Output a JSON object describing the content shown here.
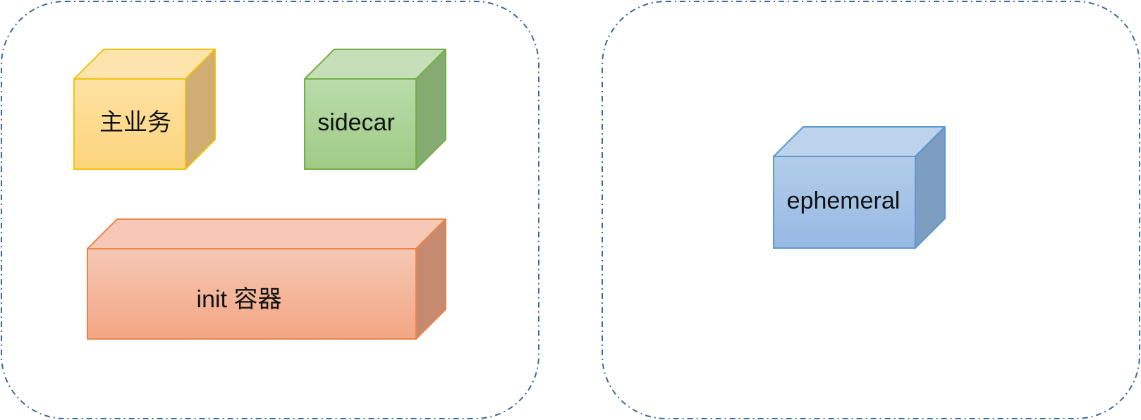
{
  "diagram": {
    "groups": [
      {
        "id": "group-left",
        "border_color": "#3d6a99"
      },
      {
        "id": "group-right",
        "border_color": "#3d6a99"
      }
    ],
    "boxes": [
      {
        "label": "主业务",
        "colors": {
          "front_top": "#fee1a2",
          "front_bottom": "#fcd57c",
          "top": "#fde3ac",
          "side": "#cfad73",
          "stroke": "#f2c10f"
        }
      },
      {
        "label": "sidecar",
        "colors": {
          "front_top": "#b9dcaa",
          "front_bottom": "#9fcb86",
          "top": "#c6dfb8",
          "side": "#85aa72",
          "stroke": "#76ad48"
        }
      },
      {
        "label": "init 容器",
        "colors": {
          "front_top": "#f5c8b4",
          "front_bottom": "#f4a683",
          "top": "#f6c8b5",
          "side": "#c58a70",
          "stroke": "#e8854b"
        }
      },
      {
        "label": "ephemeral",
        "colors": {
          "front_top": "#b3cdea",
          "front_bottom": "#96b9e3",
          "top": "#bdd3ec",
          "side": "#7e9ec1",
          "stroke": "#5f97d0"
        }
      }
    ]
  }
}
